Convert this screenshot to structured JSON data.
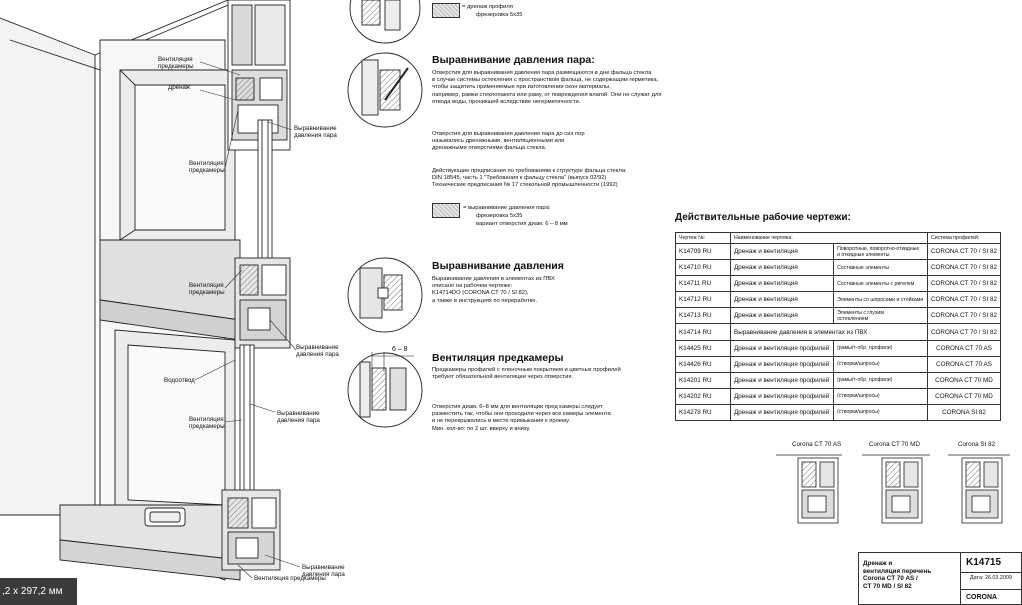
{
  "drawing_labels": {
    "vent_prechamber_1": "Вентиляция\nпредкамеры",
    "drainage_1": "Дренаж",
    "pressure_1": "Выравнивание\nдавления пара",
    "vent_prechamber_2": "Вентиляция\nпредкамеры",
    "vent_prechamber_3": "Вентиляция\nпредкамеры",
    "pressure_2": "Выравнивание\nдавления пара",
    "drip": "Водоотвод",
    "pressure_3": "Выравнивание\nдавления пара",
    "pressure_4": "Выравнивание давления пара",
    "vent_prechamber_4": "Вентиляция предкамеры"
  },
  "legend_top": {
    "line1": "= дренаж профиля",
    "line2": "фрезеровка 5х35"
  },
  "section1": {
    "title": "Выравнивание давления пара:",
    "para1": "Отверстия для выравнивания давления пара размещаются в дне фальца стекла\nв случае системы остекления с пространством фальца, не содержащим герметика,\nчтобы защитить применяемые при изготовлении окон материалы,\nнапример, рамки стеклопакета или раму, от повреждения влагой. Они не служат для\nотвода воды, проникшей вследствие негерметичности.",
    "para2": "Отверстия для выравнивания давления пара до сих пор\nназывались дренажными, вентиляционными или\nдренажными отверстиями фальца стекла.",
    "para3": "Действующие предписания по требованиям к структуре фальца стекла:\nDIN 18545, часть 1 \"Требования к фальцу стекла\" (выпуск 02/92)\nТехнические предписания № 17 стекольной промышленности (1992)",
    "legend_line1": "= выравнивание давления пара:",
    "legend_line2": "фрезеровка 5х35",
    "legend_line3": "вариант  отверстия диам. 6 – 8 мм"
  },
  "section2": {
    "title": "Выравнивание давления",
    "text": "Выравнивание давления в элементах из ПВХ\nописано на рабочем чертеже:\nK14714DO (CORONA CT 70 / SI 82),\nа также в инструкциях по переработке."
  },
  "dimension": "6 – 8",
  "section3": {
    "title": "Вентиляция предкамеры",
    "para1": "Предкамеры профилей с пленочным покрытием и цветных профилей\nтребуют обязательной вентиляции через отверстия.",
    "para2": "Отверстия диам. 6–8 мм для вентиляции пред камеры следует\nразместить так, чтобы они проходили через все камеры элемента\nи не перекрывались в месте примыкания к проему.\nМин. кол-во: по 2 шт. вверху и внизу."
  },
  "table": {
    "title": "Действительные рабочие чертежи:",
    "headers": [
      "Чертеж №:",
      "Наименование чертежа:",
      "",
      "Система профилей:"
    ],
    "rows": [
      [
        "K14709 RU",
        "Дренаж и вентиляция",
        "Поворотные, поворотно-откидные\nи откидные элементы",
        "CORONA CT 70 / SI 82"
      ],
      [
        "K14710 RU",
        "Дренаж и вентиляция",
        "Составные элементы",
        "CORONA CT 70 / SI 82"
      ],
      [
        "K14711 RU",
        "Дренаж и вентиляция",
        "Составные элементы с ригелем",
        "CORONA CT 70 / SI 82"
      ],
      [
        "K14712 RU",
        "Дренаж и вентиляция",
        "Элементы со шпросами и стойками",
        "CORONA CT 70 / SI 82"
      ],
      [
        "K14713 RU",
        "Дренаж и вентиляция",
        "Элементы с глухим\nостеклением",
        "CORONA CT 70 / SI 82"
      ],
      [
        "K14714 RU",
        "Выравнивание давления в элементах из ПВХ",
        "",
        "CORONA CT 70 / SI 82"
      ],
      [
        "K14425 RU",
        "Дренаж и вентиляция профилей",
        "(рамы/т-обр. профили)",
        "CORONA CT 70 AS"
      ],
      [
        "K14426 RU",
        "Дренаж и вентиляция профилей",
        "(створки/шпросы)",
        "CORONA CT 70 AS"
      ],
      [
        "K14201 RU",
        "Дренаж и вентиляция профилей",
        "(рамы/т-обр. профили)",
        "CORONA CT 70 MD"
      ],
      [
        "K14202 RU",
        "Дренаж и вентиляция профилей",
        "(створки/шпросы)",
        "CORONA CT 70 MD"
      ],
      [
        "K14278 RU",
        "Дренаж и вентиляция профилей",
        "(створки/шпросы)",
        "CORONA SI 82"
      ]
    ]
  },
  "profiles": [
    "Corona CT 70 AS",
    "Corona CT 70 MD",
    "Corona SI 82"
  ],
  "title_block": {
    "title": "Дренаж и\nвентиляция  перечень\nCorona CT 70 AS /\nCT 70 MD / SI 82",
    "number": "K14715",
    "date": "Дата: 26.03.2009",
    "brand": "CORONA"
  },
  "page_size": ",2 x 297,2 мм",
  "colors": {
    "line": "#222222",
    "shade": "#bdbdbd",
    "light": "#e6e6e6"
  }
}
